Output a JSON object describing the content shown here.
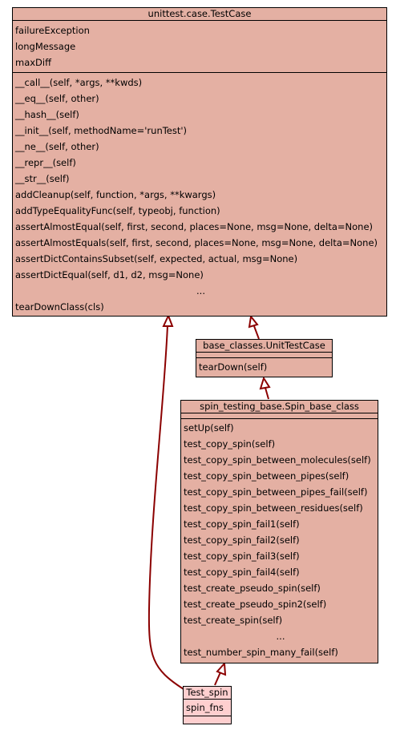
{
  "classes": {
    "testcase": {
      "title": "unittest.case.TestCase",
      "attributes": [
        "failureException",
        "longMessage",
        "maxDiff"
      ],
      "methods": [
        "__call__(self, *args, **kwds)",
        "__eq__(self, other)",
        "__hash__(self)",
        "__init__(self, methodName='runTest')",
        "__ne__(self, other)",
        "__repr__(self)",
        "__str__(self)",
        "addCleanup(self, function, *args, **kwargs)",
        "addTypeEqualityFunc(self, typeobj, function)",
        "assertAlmostEqual(self, first, second, places=None, msg=None, delta=None)",
        "assertAlmostEquals(self, first, second, places=None, msg=None, delta=None)",
        "assertDictContainsSubset(self, expected, actual, msg=None)",
        "assertDictEqual(self, d1, d2, msg=None)",
        "...",
        "tearDownClass(cls)"
      ]
    },
    "unittestcase": {
      "title": "base_classes.UnitTestCase",
      "methods": [
        "tearDown(self)"
      ]
    },
    "spinbase": {
      "title": "spin_testing_base.Spin_base_class",
      "methods": [
        "setUp(self)",
        "test_copy_spin(self)",
        "test_copy_spin_between_molecules(self)",
        "test_copy_spin_between_pipes(self)",
        "test_copy_spin_between_pipes_fail(self)",
        "test_copy_spin_between_residues(self)",
        "test_copy_spin_fail1(self)",
        "test_copy_spin_fail2(self)",
        "test_copy_spin_fail3(self)",
        "test_copy_spin_fail4(self)",
        "test_create_pseudo_spin(self)",
        "test_create_pseudo_spin2(self)",
        "test_create_spin(self)",
        "...",
        "test_number_spin_many_fail(self)"
      ]
    },
    "testspin": {
      "title": "Test_spin",
      "attributes": [
        "spin_fns"
      ]
    }
  },
  "colors": {
    "class_fill": "#e4b0a3",
    "highlight_fill": "#fecfcf",
    "edge": "#8b0000"
  }
}
